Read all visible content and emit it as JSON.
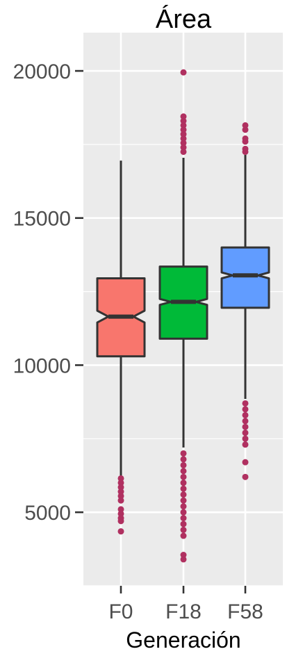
{
  "chart_data": {
    "type": "boxplot",
    "title": "Área",
    "xlabel": "Generación",
    "ylabel": "",
    "ylim": [
      2500,
      21300
    ],
    "yticks": [
      5000,
      10000,
      15000,
      20000
    ],
    "ytick_labels": [
      "5000",
      "10000",
      "15000",
      "20000"
    ],
    "categories": [
      "F0",
      "F18",
      "F58"
    ],
    "grid": true,
    "legend": "none",
    "notched": true,
    "series": [
      {
        "category": "F0",
        "color": "#F8766D",
        "whisker_low": 6200,
        "q1": 10300,
        "median": 11650,
        "q3": 12950,
        "whisker_high": 16950,
        "notch_low": 11450,
        "notch_high": 11850,
        "outliers": [
          4350,
          4700,
          4800,
          4950,
          5100,
          5400,
          5550,
          5700,
          5850,
          6000,
          6150
        ]
      },
      {
        "category": "F18",
        "color": "#00BA38",
        "whisker_low": 7200,
        "q1": 10900,
        "median": 12150,
        "q3": 13350,
        "whisker_high": 17050,
        "notch_low": 12050,
        "notch_high": 12250,
        "outliers": [
          3400,
          3550,
          4200,
          4400,
          4600,
          4800,
          5000,
          5200,
          5400,
          5600,
          5800,
          6000,
          6200,
          6400,
          6600,
          6800,
          7000,
          17250,
          17400,
          17550,
          17700,
          17850,
          18000,
          18150,
          18300,
          18450,
          19950
        ]
      },
      {
        "category": "F58",
        "color": "#619CFF",
        "whisker_low": 8850,
        "q1": 11950,
        "median": 13050,
        "q3": 14000,
        "whisker_high": 17150,
        "notch_low": 12950,
        "notch_high": 13150,
        "outliers": [
          6200,
          6700,
          7300,
          7500,
          7700,
          7900,
          8100,
          8300,
          8500,
          8700,
          17250,
          17350,
          17600,
          17700,
          18000,
          18150
        ]
      }
    ]
  },
  "colors": {
    "panel_background": "#EBEBEB",
    "grid": "#FFFFFF",
    "box_border": "#333333",
    "outlier": "#B03060",
    "axis_text": "#4D4D4D",
    "title_text": "#000000"
  }
}
